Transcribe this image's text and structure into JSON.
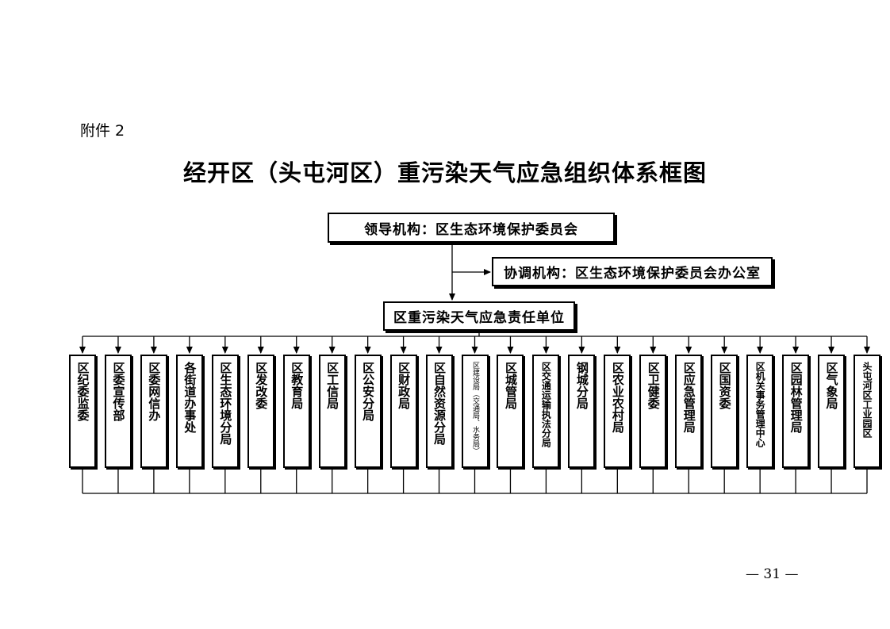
{
  "attachment_label": "附件 2",
  "title": "经开区（头屯河区）重污染天气应急组织体系框图",
  "leader": "领导机构：区生态环境保护委员会",
  "coordinator": "协调机构：区生态环境保护委员会办公室",
  "responsible": "区重污染天气应急责任单位",
  "units": [
    "区纪委监委",
    "区委宣传部",
    "区委网信办",
    "各街道办事处",
    "区生态环境分局",
    "区发改委",
    "区教育局",
    "区工信局",
    "区公安分局",
    "区财政局",
    "区自然资源分局",
    "区建设局（交通局、水务局）",
    "区城管局",
    "区交通运输执法分局",
    "钢城分局",
    "区农业农村局",
    "区卫健委",
    "区应急管理局",
    "区国资委",
    "区机关事务管理中心",
    "区园林管理局",
    "区气象局",
    "头屯河区工业园区"
  ],
  "page_number": "— 31 —"
}
